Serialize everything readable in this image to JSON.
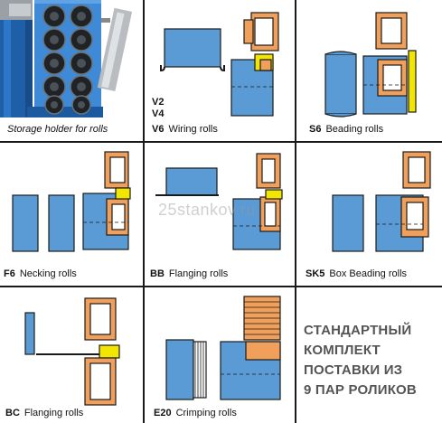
{
  "watermark": "25stankov.ru",
  "panels": {
    "storage": {
      "caption": "Storage holder for rolls"
    },
    "wiring": {
      "codes": [
        "V2",
        "V4",
        "V6"
      ],
      "label": "Wiring rolls"
    },
    "beading": {
      "code": "S6",
      "label": "Beading rolls"
    },
    "necking": {
      "code": "F6",
      "label": "Necking rolls"
    },
    "flanging": {
      "code": "BB",
      "label": "Flanging rolls"
    },
    "box_beading": {
      "code": "SK5",
      "label": "Box Beading rolls"
    },
    "bc_flanging": {
      "code": "BC",
      "label": "Flanging rolls"
    },
    "crimping": {
      "code": "E20",
      "label": "Crimping rolls"
    }
  },
  "kit_text": [
    "СТАНДАРТНЫЙ",
    "КОМПЛЕКТ",
    "ПОСТАВКИ ИЗ",
    "9 ПАР РОЛИКОВ"
  ],
  "colors": {
    "roll_blue": "#5b9bd5",
    "roll_orange": "#f0a05a",
    "roll_yellow": "#f2e600",
    "outline": "#1a1a1a"
  }
}
